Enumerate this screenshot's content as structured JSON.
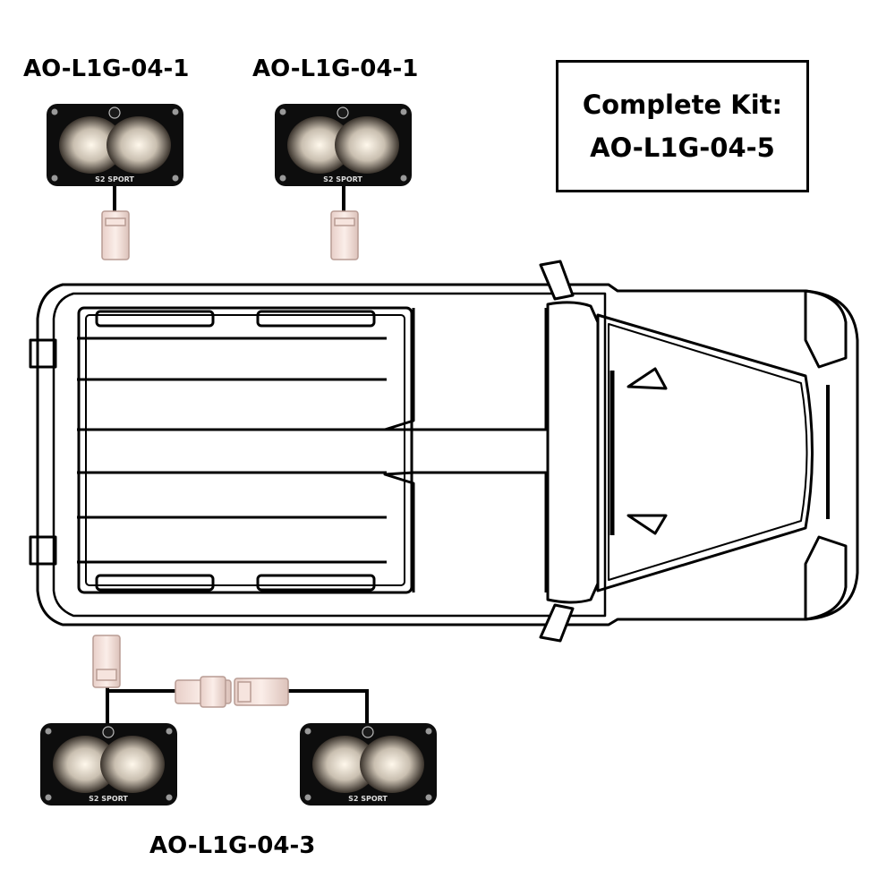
{
  "labels": {
    "top_left": "AO-L1G-04-1",
    "top_right": "AO-L1G-04-1",
    "bottom": "AO-L1G-04-3"
  },
  "kit": {
    "line1": "Complete Kit:",
    "line2": "AO-L1G-04-5"
  },
  "light_badge": "S2 SPORT",
  "colors": {
    "housing": "#0d0d0d",
    "lens": "#d9d2c8",
    "connector": "#f2dcd6",
    "outline": "#000000"
  },
  "icons": [
    "light-pod-icon",
    "connector-plug-icon",
    "vehicle-top-view-icon"
  ]
}
